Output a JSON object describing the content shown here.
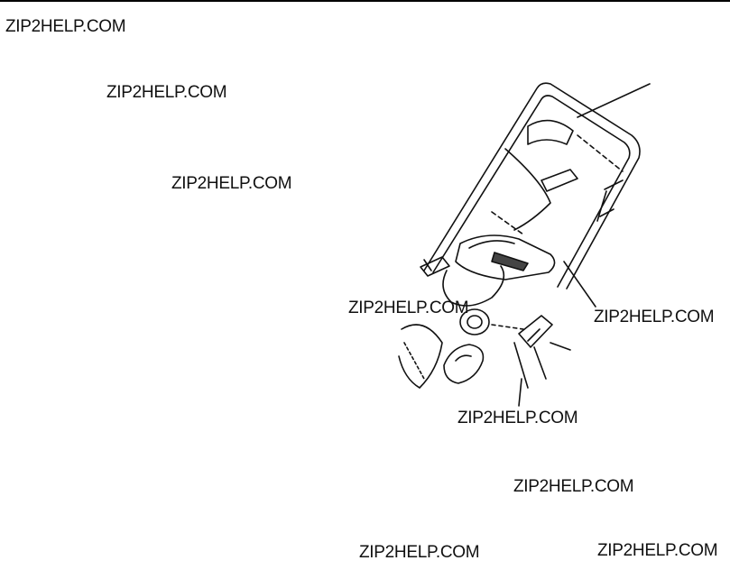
{
  "page": {
    "watermarks": [
      "ZIP2HELP.COM",
      "ZIP2HELP.COM",
      "ZIP2HELP.COM",
      "ZIP2HELP.COM",
      "ZIP2HELP.COM",
      "ZIP2HELP.COM",
      "ZIP2HELP.COM",
      "ZIP2HELP.COM",
      "ZIP2HELP.COM"
    ]
  },
  "colors": {
    "ink": "#111111",
    "paper": "#ffffff"
  }
}
